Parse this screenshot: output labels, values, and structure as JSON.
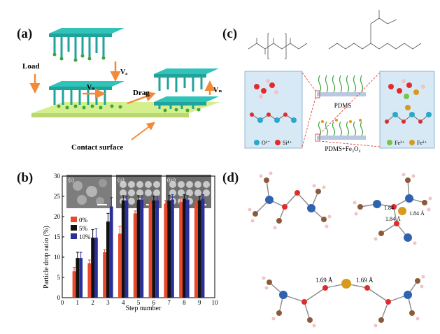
{
  "panels": {
    "a": {
      "label": "(a)",
      "load": "Load",
      "drag": "Drag",
      "v_s": "Vₛ",
      "v_a": "Vₐ",
      "v_n": "Vₙ",
      "contact_surface": "Contact surface"
    },
    "b": {
      "label": "(b)",
      "insets": [
        "(i)",
        "(ii)",
        "(iii)"
      ],
      "legend": [
        "0%",
        "5%",
        "10%"
      ]
    },
    "c": {
      "label": "(c)",
      "pdms": "PDMS",
      "pdms_fe": "PDMS+Fe₃O₄",
      "legend_left": [
        "O²⁻",
        "Si⁴⁺"
      ],
      "legend_right": [
        "Fe²⁺",
        "Fe³⁺"
      ]
    },
    "d": {
      "label": "(d)",
      "bond_top_1": "1.84",
      "bond_top_2": "1.84 Å",
      "bond_top_3": "1.84 Å",
      "bond_bottom_1": "1.69 Å",
      "bond_bottom_2": "1.69 Å"
    }
  },
  "colors": {
    "cyan_plate": "#2fc3b9",
    "green_particle": "#3da63a",
    "surface": "#d5ef8f",
    "orange": "#f28a3a",
    "bar_0": "#e8482c",
    "bar_5": "#111111",
    "bar_10": "#2a2f9a",
    "si_atom": "#2f63b0",
    "o_atom": "#e22b2b",
    "c_atom": "#8a5a3a",
    "h_atom": "#f0c4c4",
    "fe_atom": "#d89a1c"
  },
  "chart_data": {
    "type": "bar",
    "xlabel": "Step number",
    "ylabel": "Particle drop ratio (%)",
    "categories": [
      1,
      2,
      3,
      4,
      5,
      6,
      7,
      8,
      9
    ],
    "xlim": [
      0,
      10
    ],
    "ylim": [
      0,
      30
    ],
    "xticks": [
      0,
      1,
      2,
      3,
      4,
      5,
      6,
      7,
      8,
      9,
      10
    ],
    "yticks": [
      0,
      5,
      10,
      15,
      20,
      25,
      30
    ],
    "legend_position": "upper-left",
    "series": [
      {
        "name": "0%",
        "color": "#e8482c",
        "values": [
          6.5,
          8.5,
          11.2,
          15.8,
          20.8,
          23.2,
          23.2,
          23.6,
          23.4
        ],
        "errors": [
          1.0,
          0.8,
          0.6,
          1.8,
          0.6,
          0.8,
          0.8,
          0.8,
          0.8
        ]
      },
      {
        "name": "5%",
        "color": "#111111",
        "values": [
          9.8,
          14.8,
          18.8,
          24.0,
          24.2,
          24.0,
          24.0,
          24.4,
          24.0
        ],
        "errors": [
          1.4,
          2.0,
          2.0,
          1.2,
          1.0,
          1.0,
          1.2,
          1.0,
          1.0
        ]
      },
      {
        "name": "10%",
        "color": "#2a2f9a",
        "values": [
          9.8,
          14.8,
          22.5,
          24.0,
          24.2,
          24.0,
          24.2,
          24.2,
          24.4
        ],
        "errors": [
          1.4,
          2.2,
          2.2,
          1.0,
          1.0,
          1.0,
          1.2,
          1.0,
          1.0
        ]
      }
    ]
  }
}
